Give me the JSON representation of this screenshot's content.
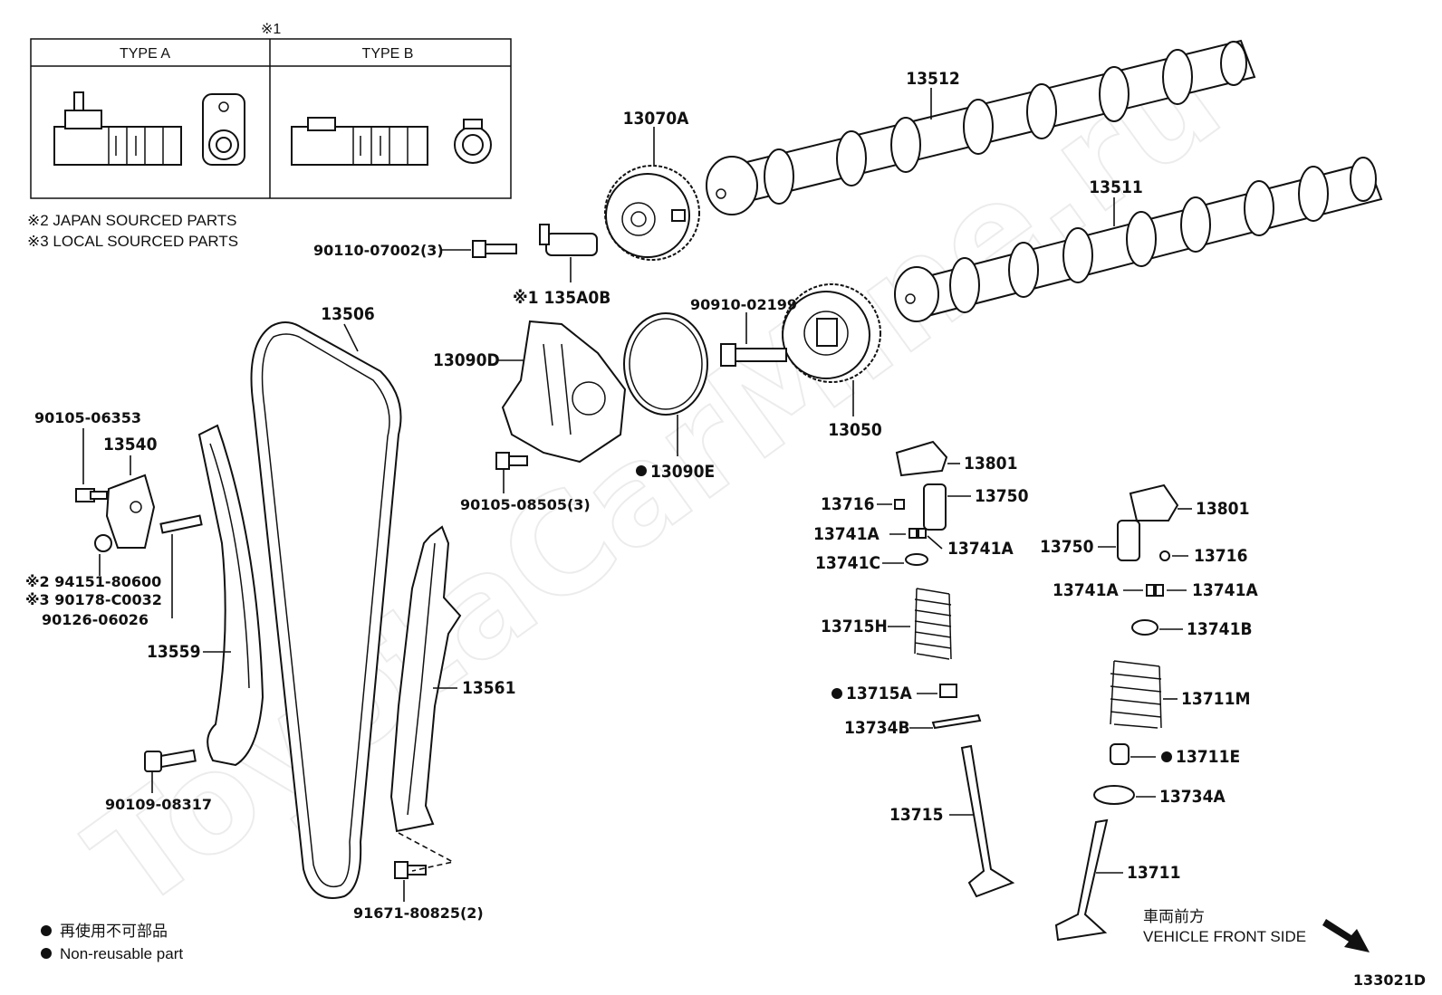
{
  "diagram": {
    "watermark": "ToyotaCarMine.ru",
    "drawing_id": "133021D",
    "type_box": {
      "ref_mark": "※1",
      "type_a": "TYPE A",
      "type_b": "TYPE B"
    },
    "notes": {
      "japan": "※2 JAPAN SOURCED PARTS",
      "local": "※3 LOCAL SOURCED PARTS"
    },
    "legend": {
      "jp": "再使用不可部品",
      "en": "Non-reusable part"
    },
    "direction": {
      "jp": "車両前方",
      "en": "VEHICLE FRONT SIDE"
    },
    "labels": {
      "p13512": "13512",
      "p13511": "13511",
      "p13070A": "13070A",
      "p90110": "90110-07002(3)",
      "p135A0B": "※1 135A0B",
      "p13506": "13506",
      "p13090D": "13090D",
      "p90910": "90910-02199",
      "p13050": "13050",
      "p90105a": "90105-06353",
      "p13540": "13540",
      "p13090E": "13090E",
      "p90105b": "90105-08505(3)",
      "p13801a": "13801",
      "p13716a": "13716",
      "p13750a": "13750",
      "p13741A1": "13741A",
      "p13741A2": "13741A",
      "p13741C": "13741C",
      "p13801b": "13801",
      "p13750b": "13750",
      "p13716b": "13716",
      "p13741A3": "13741A",
      "p13741A4": "13741A",
      "p13741B": "13741B",
      "p94151": "※2 94151-80600",
      "p90178": "※3 90178-C0032",
      "p90126": "90126-06026",
      "p13559": "13559",
      "p13561": "13561",
      "p13715H": "13715H",
      "p13715A": "13715A",
      "p13711M": "13711M",
      "p13734B": "13734B",
      "p13711E": "13711E",
      "p13734A": "13734A",
      "p90109": "90109-08317",
      "p13715": "13715",
      "p13711": "13711",
      "p91671": "91671-80825(2)"
    }
  }
}
